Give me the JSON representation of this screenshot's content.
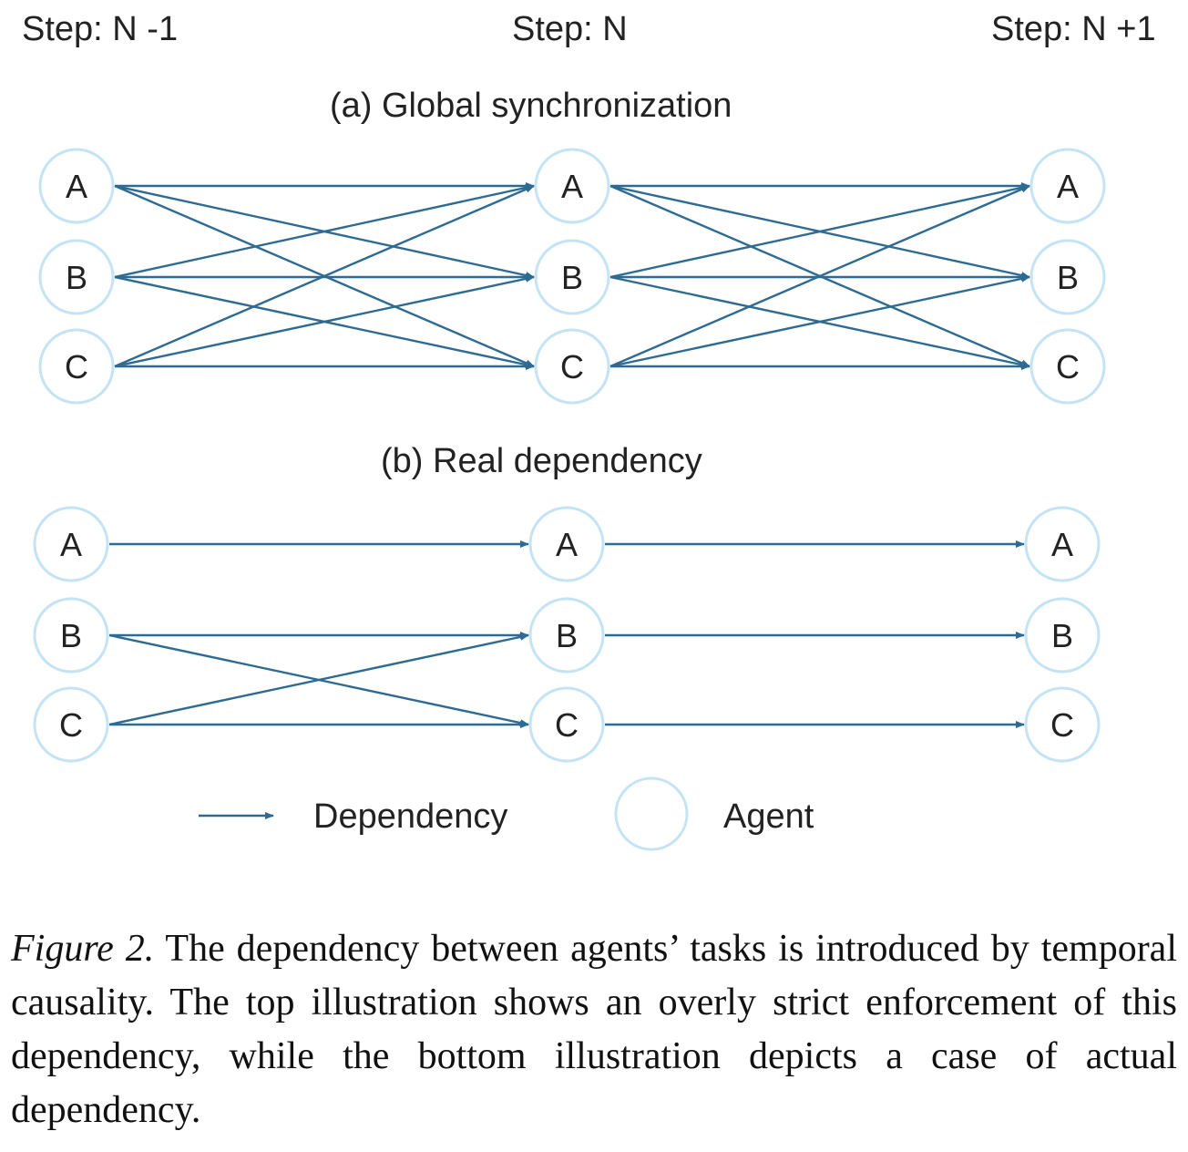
{
  "steps": [
    "Step: N -1",
    "Step: N",
    "Step: N +1"
  ],
  "panels": [
    {
      "title": "(a) Global synchronization",
      "edges": [
        [
          "A",
          "A"
        ],
        [
          "A",
          "B"
        ],
        [
          "A",
          "C"
        ],
        [
          "B",
          "A"
        ],
        [
          "B",
          "B"
        ],
        [
          "B",
          "C"
        ],
        [
          "C",
          "A"
        ],
        [
          "C",
          "B"
        ],
        [
          "C",
          "C"
        ]
      ]
    },
    {
      "title": "(b) Real dependency",
      "edges_first": [
        [
          "A",
          "A"
        ],
        [
          "B",
          "B"
        ],
        [
          "B",
          "C"
        ],
        [
          "C",
          "B"
        ],
        [
          "C",
          "C"
        ]
      ],
      "edges_second": [
        [
          "A",
          "A"
        ],
        [
          "B",
          "B"
        ],
        [
          "C",
          "C"
        ]
      ]
    }
  ],
  "agents": [
    "A",
    "B",
    "C"
  ],
  "legend": {
    "dependency_label": "Dependency",
    "agent_label": "Agent"
  },
  "caption": {
    "label": "Figure 2.",
    "text": " The dependency between agents’ tasks is introduced by temporal causality.  The top illustration shows an overly strict enforcement of this dependency, while the bottom illustration depicts a case of actual dependency."
  },
  "colors": {
    "edge": "#2e6b93",
    "node_stroke": "#c4e3f5"
  }
}
